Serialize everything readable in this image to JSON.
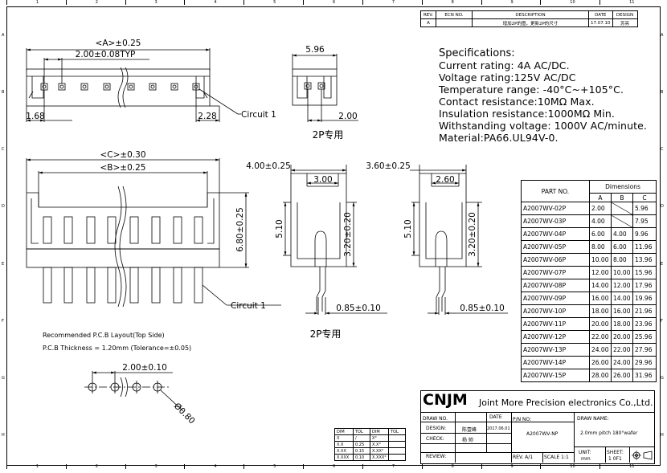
{
  "zones": {
    "cols": [
      "1",
      "2",
      "3",
      "4",
      "5",
      "6",
      "7",
      "8",
      "9",
      "10",
      "11"
    ],
    "rows": [
      "A",
      "B",
      "C",
      "D",
      "E",
      "F",
      "G",
      "H"
    ]
  },
  "revision_table": {
    "headers": [
      "REV.",
      "ECN NO.",
      "DESCRIPTION",
      "DATE",
      "DESIGN"
    ],
    "row": [
      "A",
      "",
      "增加2P的图，更新2P的尺寸",
      "17.07.10",
      "苏亮"
    ]
  },
  "specs": {
    "title": "Specifications:",
    "lines": [
      "Current rating: 4A AC/DC.",
      "Voltage rating:125V AC/DC",
      "Temperature range: -40°C~+105°C.",
      "Contact resistance:10MΩ Max.",
      "Insulation resistance:1000MΩ Min.",
      "Withstanding voltage: 1000V AC/minute.",
      "Material:PA66.UL94V-0."
    ]
  },
  "top_view": {
    "dim_a": "<A>±0.25",
    "pitch": "2.00±0.08TYP",
    "left_offset": "1.68",
    "right_offset": "2.28",
    "circuit_label": "Circuit 1"
  },
  "top_2p": {
    "width": "5.96",
    "pitch": "2.00",
    "caption": "2P专用"
  },
  "front_view": {
    "dim_c": "<C>±0.30",
    "dim_b": "<B>±0.25",
    "height": "6.80±0.25",
    "circuit_label": "Circuit 1"
  },
  "side_view": {
    "outer": "4.00±0.25",
    "inner": "3.00",
    "height": "5.10",
    "pin_height": "3.20±0.20",
    "pin_width": "0.85±0.10"
  },
  "side_2p": {
    "outer": "3.60±0.25",
    "inner": "2.60",
    "height": "5.10",
    "pin_height": "3.20±0.20",
    "pin_width": "0.85±0.10",
    "caption": "2P专用"
  },
  "pcb": {
    "title": "Recommended P.C.B Layout(Top Side)",
    "thickness": "P.C.B Thickness = 1.20mm (Tolerance=±0.05)",
    "pitch": "2.00±0.10",
    "hole": "Ø0.80"
  },
  "dimensions_table": {
    "header_part": "PART NO.",
    "header_dims": "Dimensions",
    "cols": [
      "A",
      "B",
      "C"
    ],
    "rows": [
      [
        "A2007WV-02P",
        "2.00",
        "",
        "5.96"
      ],
      [
        "A2007WV-03P",
        "4.00",
        "",
        "7.95"
      ],
      [
        "A2007WV-04P",
        "6.00",
        "4.00",
        "9.96"
      ],
      [
        "A2007WV-05P",
        "8.00",
        "6.00",
        "11.96"
      ],
      [
        "A2007WV-06P",
        "10.00",
        "8.00",
        "13.96"
      ],
      [
        "A2007WV-07P",
        "12.00",
        "10.00",
        "15.96"
      ],
      [
        "A2007WV-08P",
        "14.00",
        "12.00",
        "17.96"
      ],
      [
        "A2007WV-09P",
        "16.00",
        "14.00",
        "19.96"
      ],
      [
        "A2007WV-10P",
        "18.00",
        "16.00",
        "21.96"
      ],
      [
        "A2007WV-11P",
        "20.00",
        "18.00",
        "23.96"
      ],
      [
        "A2007WV-12P",
        "22.00",
        "20.00",
        "25.96"
      ],
      [
        "A2007WV-13P",
        "24.00",
        "22.00",
        "27.96"
      ],
      [
        "A2007WV-14P",
        "26.00",
        "24.00",
        "29.96"
      ],
      [
        "A2007WV-15P",
        "28.00",
        "26.00",
        "31.96"
      ]
    ]
  },
  "tolerance_table": {
    "rows": [
      [
        "DIM",
        "TOL",
        "DIM",
        "TOL"
      ],
      [
        "X",
        "/",
        "X°",
        ""
      ],
      [
        "X.X",
        "0.25",
        "X.X°",
        ""
      ],
      [
        "X.XX",
        "0.15",
        "X.XX°",
        ""
      ],
      [
        "X.XXX",
        "0.10",
        "X.XXX°",
        ""
      ]
    ]
  },
  "title_block": {
    "logo": "CNJM",
    "company": "Joint More Precision electronics Co.,Ltd.",
    "draw_no": "DRAW NO.",
    "date_label": "DATE",
    "pn_label": "P/N NO:",
    "pn": "A2007WV-NP",
    "draw_name_label": "DRAW NAME:",
    "draw_name": "2.0mm pitch 180°wafer",
    "design_label": "DESIGN:",
    "design_name": "陈壹峰",
    "design_date": "2017.06.01",
    "check_label": "CHECK:",
    "check_name": "杨 帅",
    "review_label": "REVIEW:",
    "rev": "REV. A/1",
    "scale": "SCALE 1:1",
    "unit_label": "UNIT:",
    "unit": "mm",
    "sheet_label": "SHEET:",
    "sheet": "1 0F1"
  }
}
